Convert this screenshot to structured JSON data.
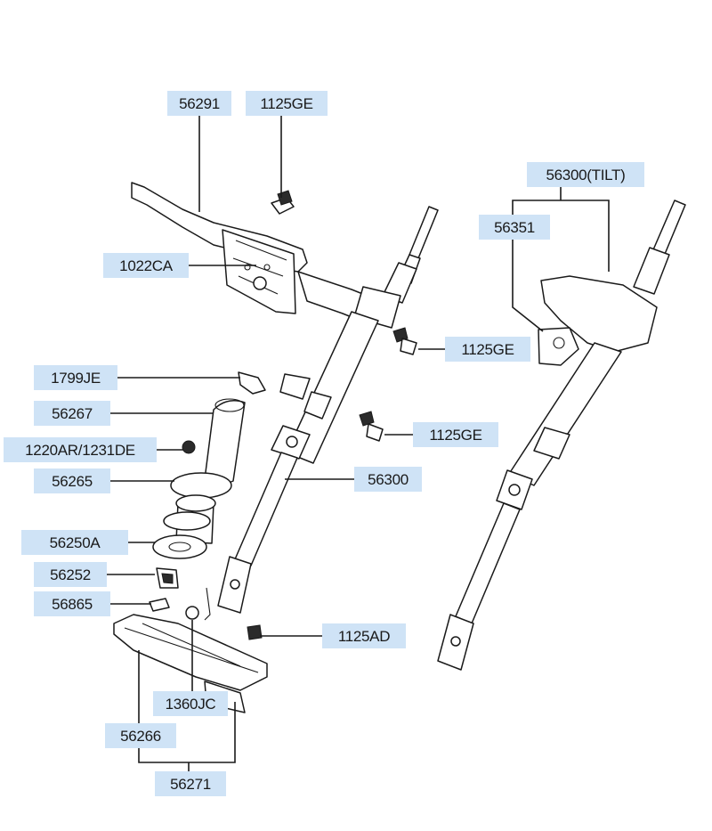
{
  "labels": {
    "l56291": "56291",
    "l1125ge_top": "1125GE",
    "l1022ca": "1022CA",
    "l1125ge_mid": "1125GE",
    "l1799je": "1799JE",
    "l56267": "56267",
    "l1220ar": "1220AR/1231DE",
    "l1125ge_low": "1125GE",
    "l56265": "56265",
    "l56300": "56300",
    "l56250a": "56250A",
    "l56252": "56252",
    "l56865": "56865",
    "l1125ad": "1125AD",
    "l1360jc": "1360JC",
    "l56266": "56266",
    "l56271": "56271",
    "l56300tilt": "56300(TILT)",
    "l56351": "56351"
  }
}
